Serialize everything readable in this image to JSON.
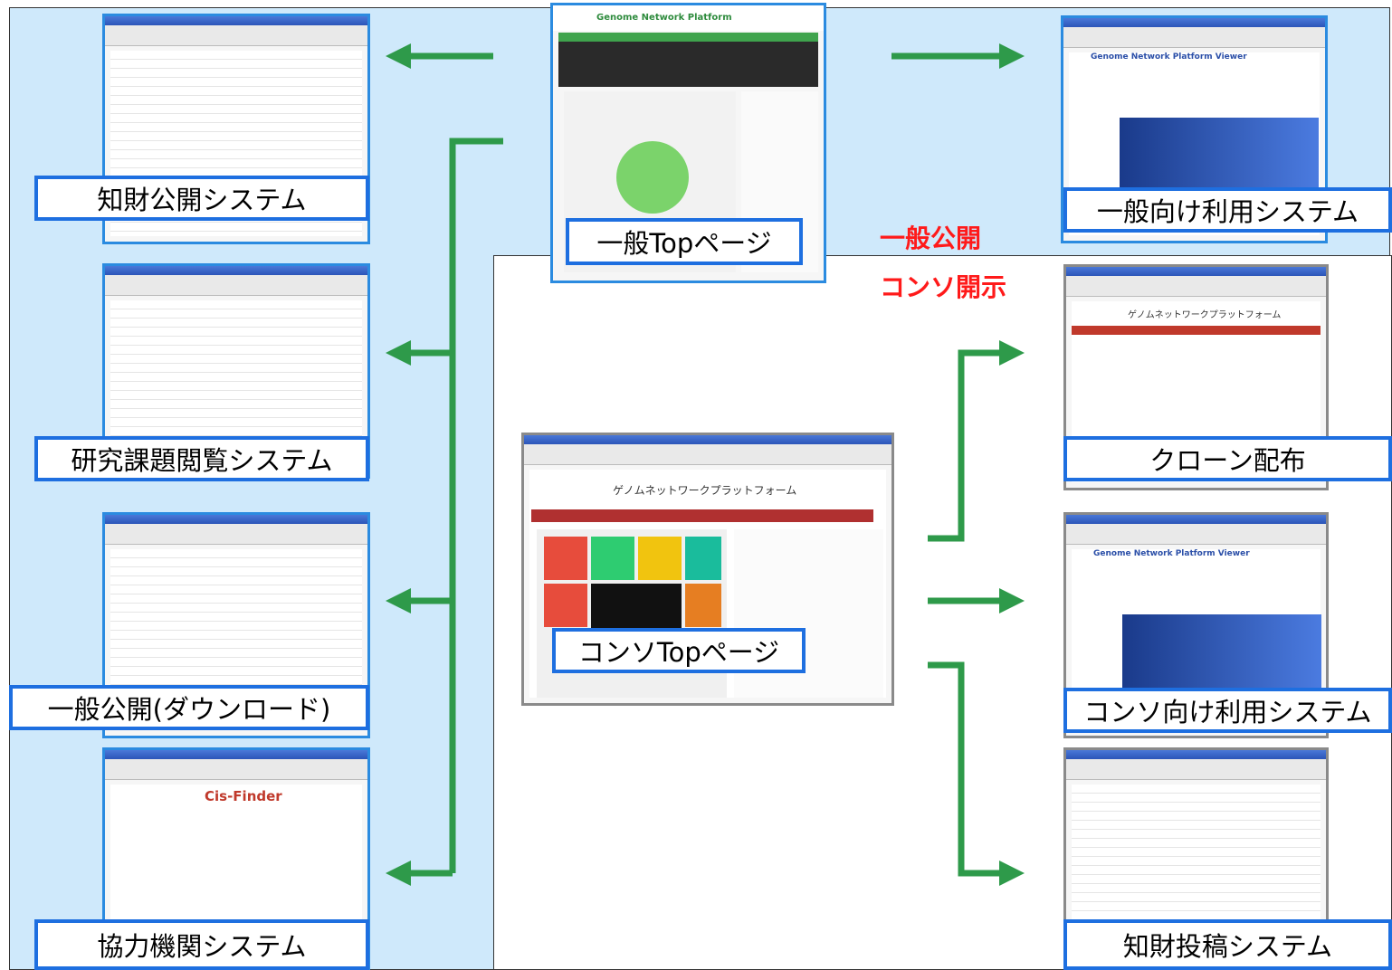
{
  "labels": {
    "ip_public": "知財公開システム",
    "research_browse": "研究課題閲覧システム",
    "public_download": "一般公開(ダウンロード)",
    "partner": "協力機関システム",
    "general_top": "一般Topページ",
    "consortium_top": "コンソTopページ",
    "general_use": "一般向け利用システム",
    "clone": "クローン配布",
    "consortium_use": "コンソ向け利用システム",
    "ip_submit": "知財投稿システム"
  },
  "zones": {
    "public": "一般公開",
    "consortium": "コンソ開示"
  },
  "screens": {
    "platform_title": "Genome Network Platform",
    "viewer_title": "Genome Network Platform Viewer",
    "consortium_title": "ゲノムネットワークプラットフォーム",
    "cis_finder": "Cis-Finder"
  },
  "colors": {
    "arrow": "#2e9a4a",
    "label_border": "#1e6fe0",
    "zone_text": "#ff1a1a",
    "public_bg": "#cfe9fb"
  }
}
